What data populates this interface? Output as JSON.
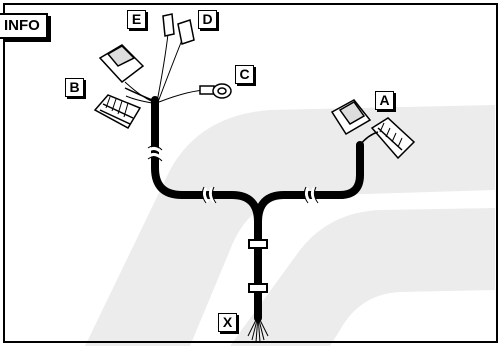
{
  "badge": {
    "text": "INFO"
  },
  "labels": {
    "A": "A",
    "B": "B",
    "C": "C",
    "D": "D",
    "E": "E",
    "X": "X"
  },
  "colors": {
    "wire": "#000000",
    "watermark": "#ececec",
    "outline": "#000000"
  }
}
